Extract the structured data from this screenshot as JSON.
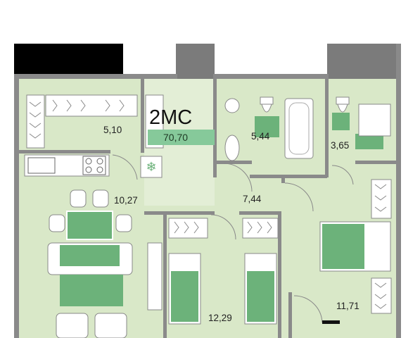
{
  "plan": {
    "code": "2МС",
    "total_area": "70,70",
    "rooms": [
      {
        "id": "entry-storage",
        "area": "5,10"
      },
      {
        "id": "bathroom",
        "area": "5,44"
      },
      {
        "id": "wc",
        "area": "3,65"
      },
      {
        "id": "kitchen-living",
        "area": "10,27"
      },
      {
        "id": "hallway",
        "area": "7,44"
      },
      {
        "id": "bedroom-kids",
        "area": "12,29"
      },
      {
        "id": "bedroom-main",
        "area": "11,71"
      }
    ]
  },
  "colors": {
    "floor": "#d9e8c8",
    "floor_light": "#e3eed6",
    "wall": "#8a8a8a",
    "furniture": "#ffffff",
    "accent": "#6cb27a",
    "badge": "#86c99a",
    "balcony": "#000000",
    "column": "#7b7b7b"
  }
}
